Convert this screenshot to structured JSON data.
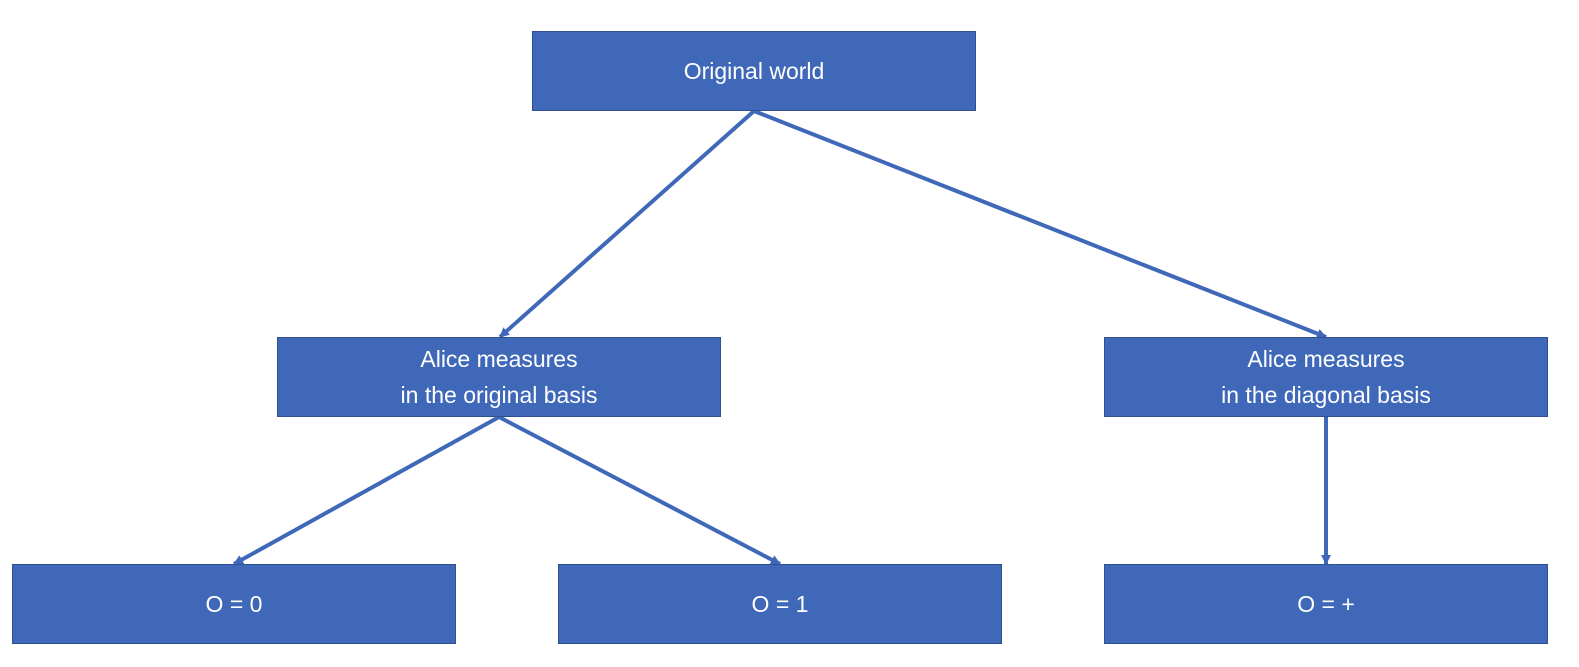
{
  "diagram": {
    "colors": {
      "node_fill": "#4068b9",
      "node_border": "#2e4f91",
      "node_text": "#ffffff",
      "edge": "#4068b9"
    },
    "nodes": {
      "root": {
        "label": "Original world"
      },
      "original_basis": {
        "label": "Alice measures\nin the original basis"
      },
      "diagonal_basis": {
        "label": "Alice measures\nin the diagonal basis"
      },
      "o_zero": {
        "label": "O = 0"
      },
      "o_one": {
        "label": "O = 1"
      },
      "o_plus": {
        "label": "O = +"
      }
    },
    "edges": [
      {
        "from": "root",
        "to": "original_basis"
      },
      {
        "from": "root",
        "to": "diagonal_basis"
      },
      {
        "from": "original_basis",
        "to": "o_zero"
      },
      {
        "from": "original_basis",
        "to": "o_one"
      },
      {
        "from": "diagonal_basis",
        "to": "o_plus"
      }
    ]
  }
}
